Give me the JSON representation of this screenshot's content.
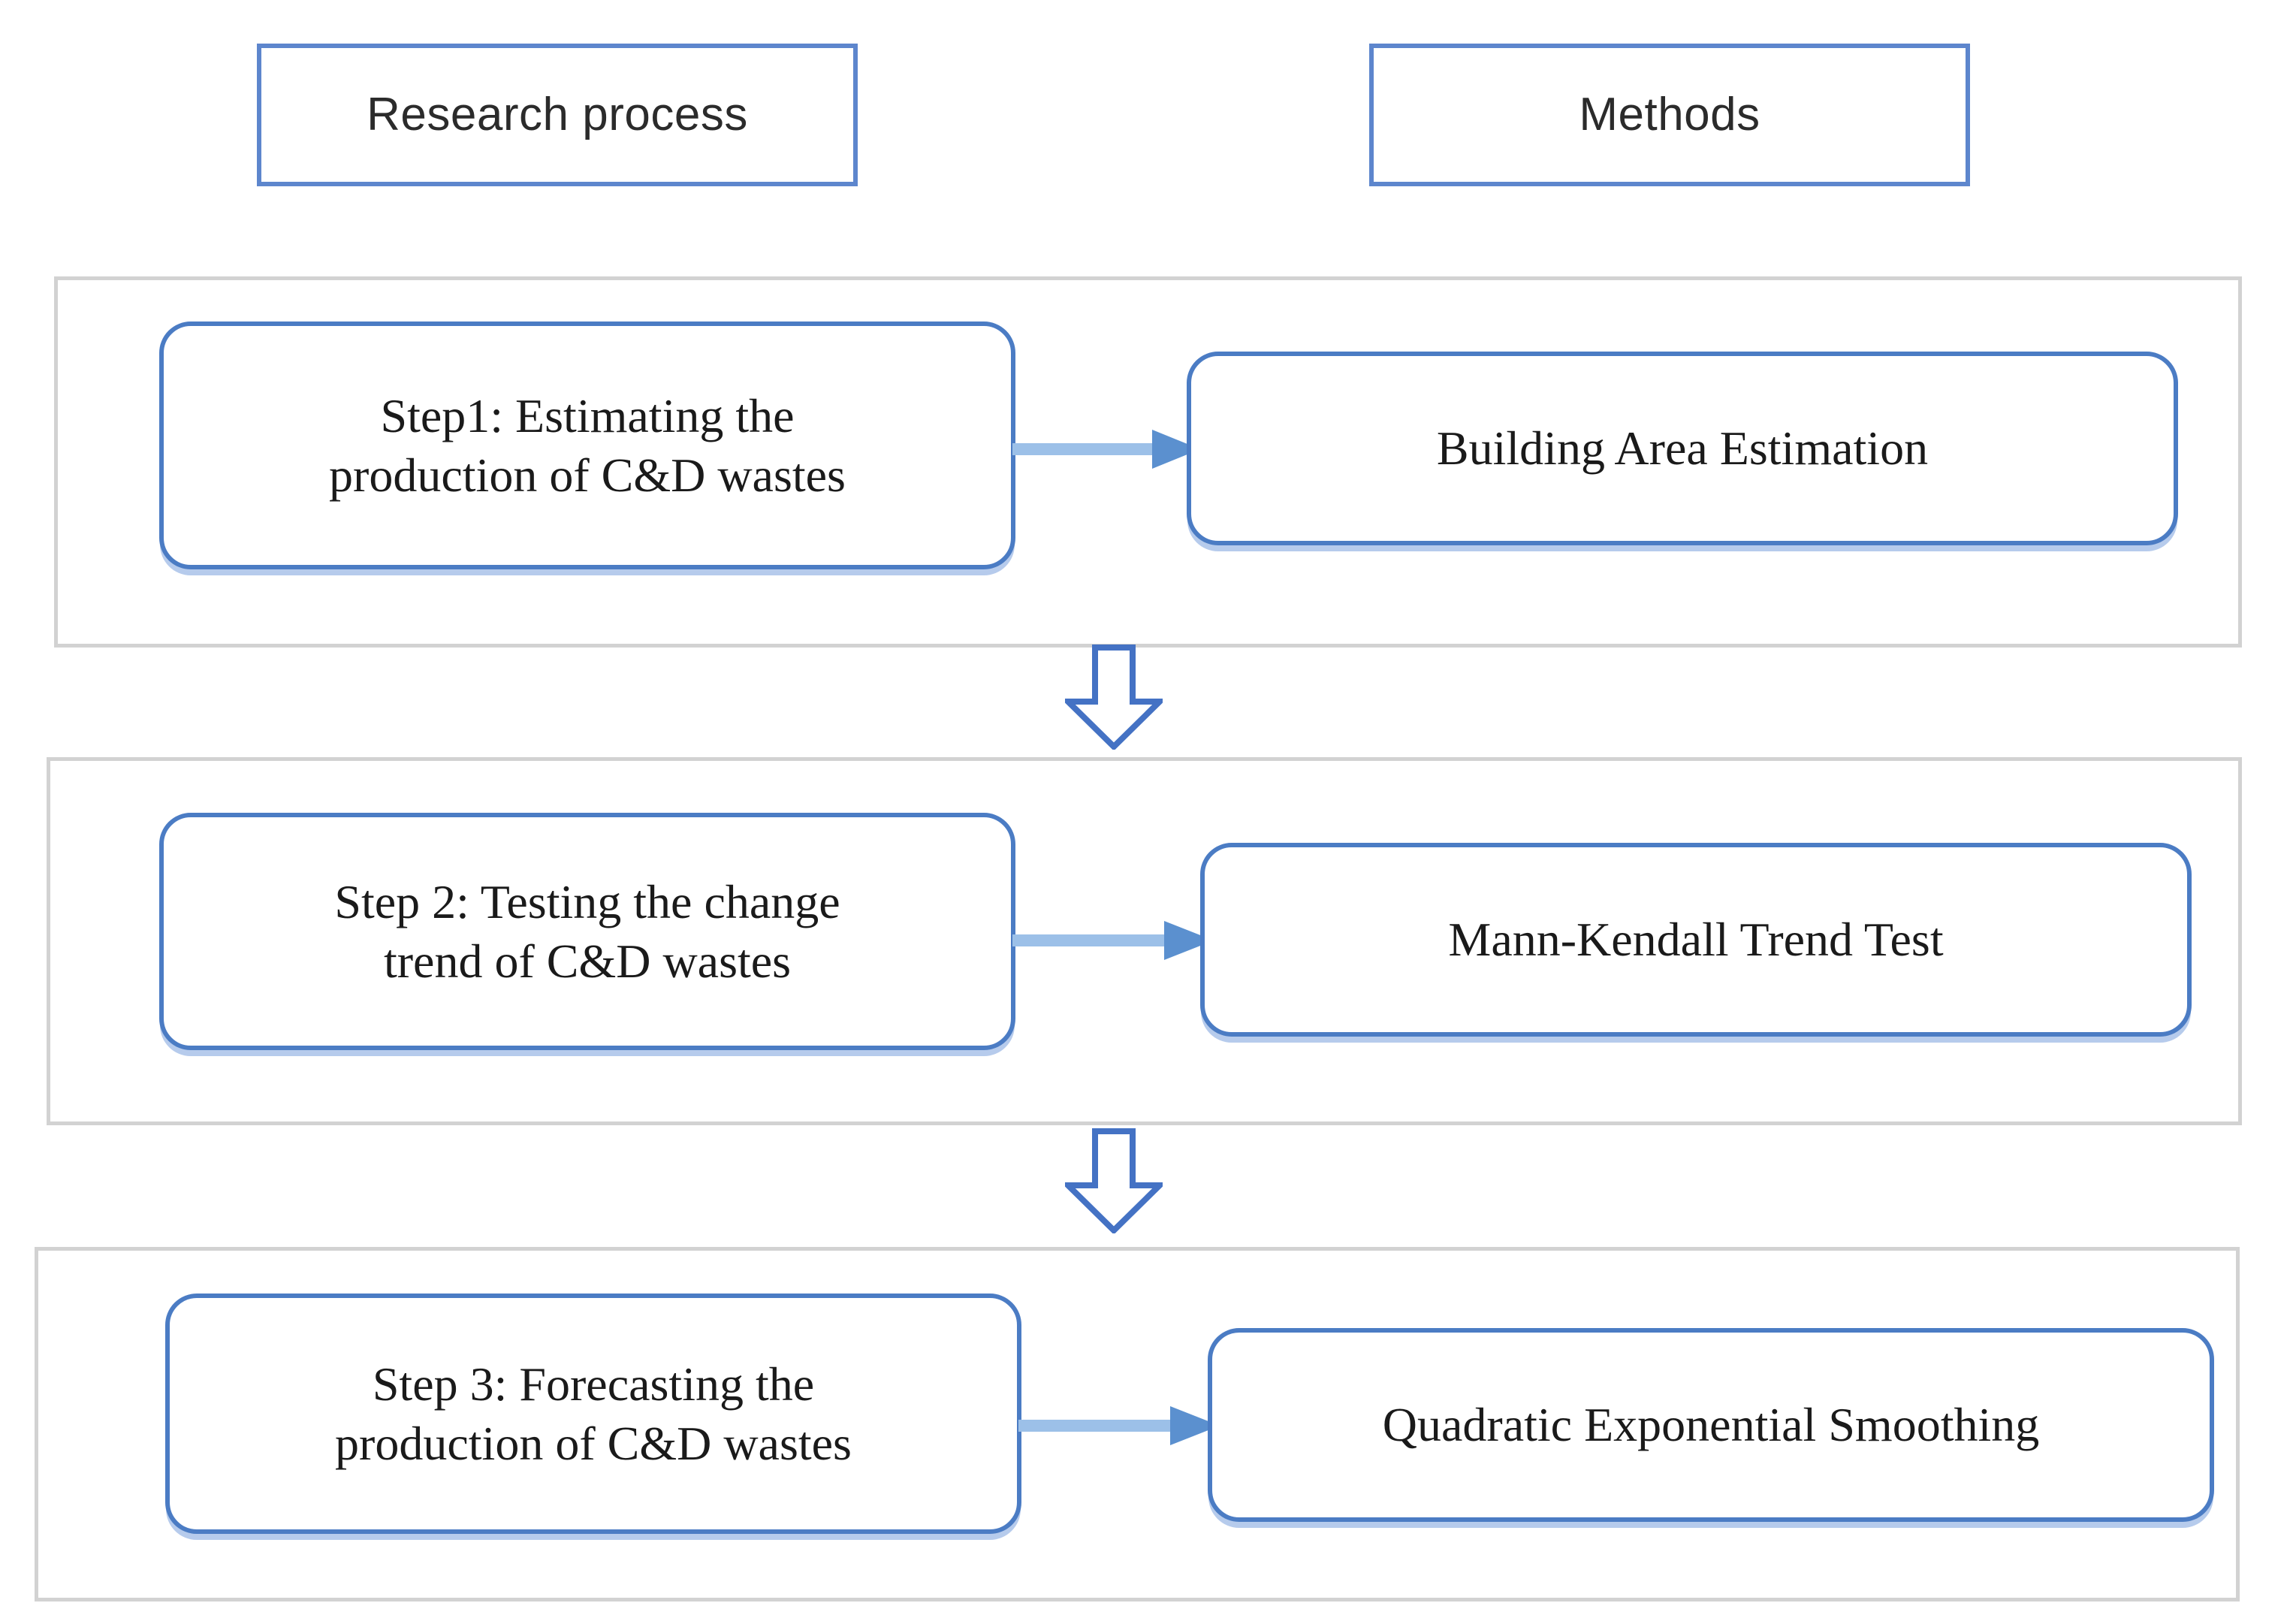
{
  "header": {
    "columns": [
      {
        "id": "research-process",
        "label": "Research process"
      },
      {
        "id": "methods",
        "label": "Methods"
      }
    ]
  },
  "sections": [
    {
      "id": "step-1",
      "step_label": "Step1: Estimating the production of C&D wastes",
      "step_line1": "Step1: Estimating the",
      "step_line2": "production of C&D wastes",
      "method_label": "Building Area Estimation",
      "connector": "arrow-right"
    },
    {
      "id": "step-2",
      "step_label": "Step 2: Testing the change trend of C&D wastes",
      "step_line1": "Step 2: Testing the change",
      "step_line2": "trend of C&D wastes",
      "method_label": "Mann-Kendall Trend Test",
      "connector": "arrow-right"
    },
    {
      "id": "step-3",
      "step_label": "Step 3: Forecasting the production of C&D wastes",
      "step_line1": "Step 3: Forecasting the",
      "step_line2": "production of C&D wastes",
      "method_label": "Quadratic Exponential Smoothing",
      "connector": "arrow-right"
    }
  ],
  "flow_arrows": [
    {
      "id": "flow-arrow-1",
      "direction": "down",
      "between": "step-1 and step-2"
    },
    {
      "id": "flow-arrow-2",
      "direction": "down",
      "between": "step-2 and step-3"
    }
  ],
  "colors": {
    "header_border": "#5d86cd",
    "rounded_box_border": "#4b7cc4",
    "section_border": "#d2d2d2",
    "connector_line": "#9cc0e8",
    "connector_head": "#5b90cf",
    "block_arrow_stroke": "#4472c4",
    "text": "#1a1a1a",
    "background": "#ffffff"
  }
}
